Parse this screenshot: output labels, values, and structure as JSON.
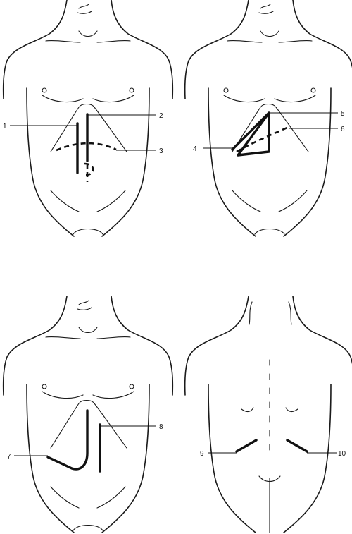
{
  "figures": [
    {
      "id": "front-1",
      "view": "anterior",
      "labels": [
        "1",
        "2",
        "3"
      ]
    },
    {
      "id": "front-2",
      "view": "anterior",
      "labels": [
        "4",
        "5",
        "6"
      ]
    },
    {
      "id": "front-3",
      "view": "anterior",
      "labels": [
        "7",
        "8"
      ]
    },
    {
      "id": "back-1",
      "view": "posterior",
      "labels": [
        "9",
        "10"
      ]
    }
  ],
  "colors": {
    "line": "#111111",
    "background": "#ffffff"
  }
}
